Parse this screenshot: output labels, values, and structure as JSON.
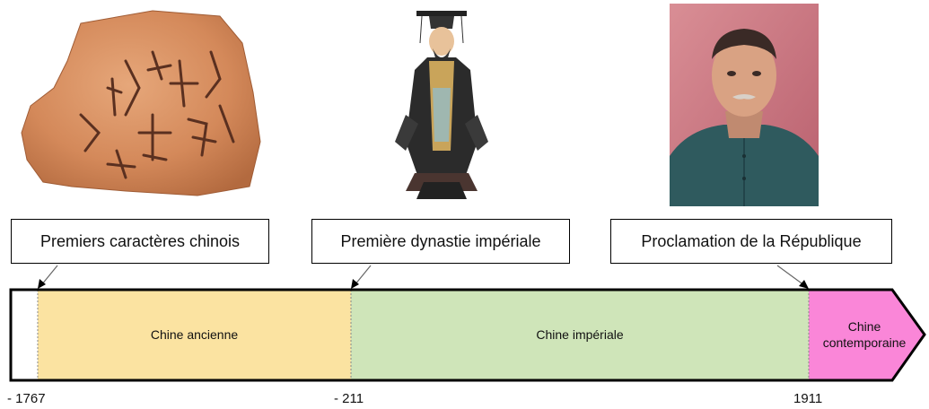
{
  "events": [
    {
      "label": "Premiers caractères chinois",
      "image": "oracle-bone-icon"
    },
    {
      "label": "Première dynastie impériale",
      "image": "emperor-portrait-icon"
    },
    {
      "label": "Proclamation de la République",
      "image": "portrait-photo-icon"
    }
  ],
  "periods": [
    {
      "name": "Chine ancienne",
      "color": "#fbe3a1"
    },
    {
      "name": "Chine impériale",
      "color": "#cfe5b9"
    },
    {
      "name": "Chine contemporaine",
      "color": "#fa86d8"
    }
  ],
  "dates": [
    "- 1767",
    "- 211",
    "1911"
  ]
}
